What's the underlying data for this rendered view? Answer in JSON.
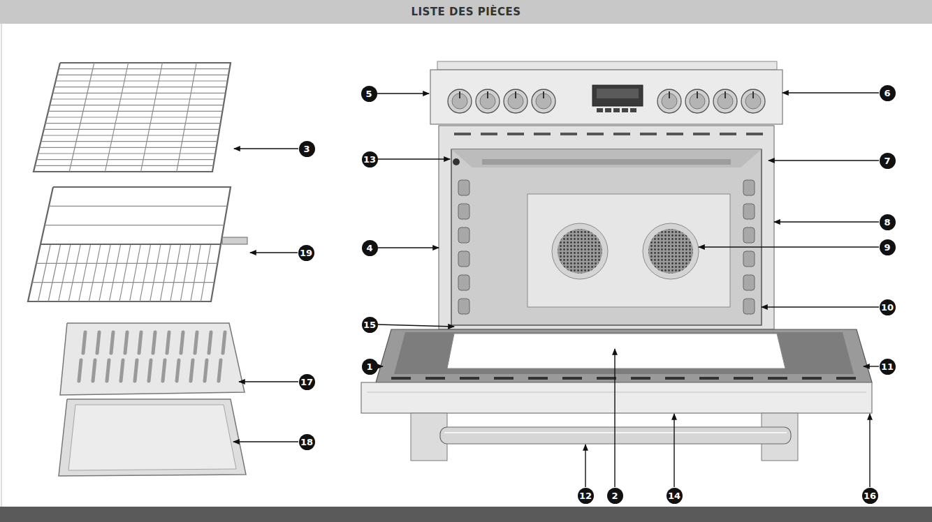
{
  "diagram": {
    "title": "LISTE DES PIÈCES",
    "labels": [
      "5",
      "6",
      "3",
      "13",
      "7",
      "8",
      "4",
      "9",
      "19",
      "15",
      "10",
      "11",
      "1",
      "17",
      "18",
      "12",
      "2",
      "14",
      "16"
    ]
  }
}
